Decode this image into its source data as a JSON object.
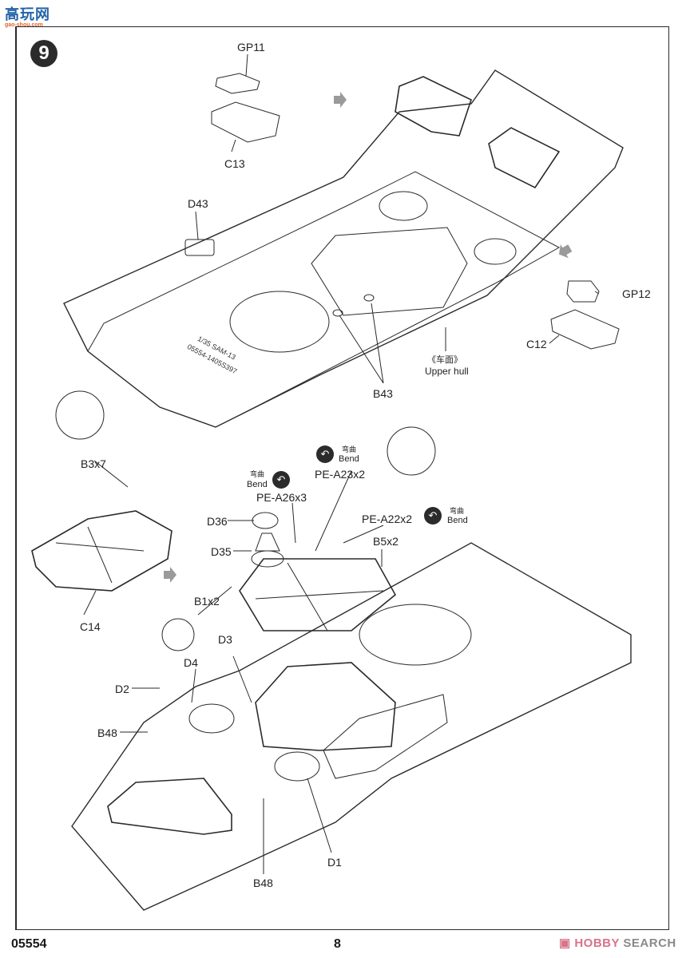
{
  "watermark_logo": {
    "cn": "高玩网",
    "url": "gao-shou.com"
  },
  "step": {
    "number": "9"
  },
  "labels": {
    "gp11": "GP11",
    "c13": "C13",
    "d43": "D43",
    "gp12": "GP12",
    "c12": "C12",
    "b43": "B43",
    "upper_hull_cn": "《车面》",
    "upper_hull_en": "Upper hull",
    "hull_marking_1": "1/35  SAM-13",
    "hull_marking_2": "05554-1405S397",
    "b3x7": "B3x7",
    "c14": "C14",
    "bend_cn": "弯曲",
    "bend_en": "Bend",
    "pe_a26x3": "PE-A26x3",
    "pe_a23x2": "PE-A23x2",
    "pe_a22x2": "PE-A22x2",
    "d36": "D36",
    "d35": "D35",
    "b5x2": "B5x2",
    "b1x2": "B1x2",
    "d3": "D3",
    "d4": "D4",
    "d2": "D2",
    "b48_left": "B48",
    "b48_bottom": "B48",
    "d1": "D1"
  },
  "icons": {
    "bend": "↶",
    "direction_arrow": "➧"
  },
  "footer": {
    "product_code": "05554",
    "page_number": "8",
    "watermark_prefix": "HOBBY",
    "watermark_suffix": "SEARCH"
  },
  "colors": {
    "line": "#2a2a2a",
    "badge": "#2b2b2b",
    "watermark_pink": "#d8738a",
    "watermark_gray": "#8a8a8a",
    "logo_blue": "#2563a8",
    "logo_orange": "#e0662a"
  }
}
